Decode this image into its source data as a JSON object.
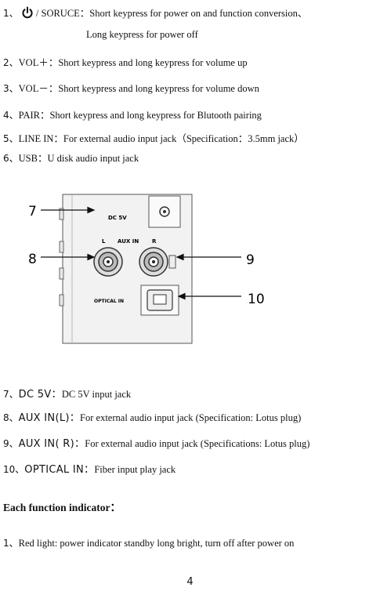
{
  "items": [
    {
      "num": "1、",
      "text": "/ SORUCE：Short keypress for power on and function conversion、",
      "cont": "Long keypress for power off"
    },
    {
      "num": "2、",
      "text": "VOL＋：Short keypress and long keypress for volume up"
    },
    {
      "num": "3、",
      "text": "VOL－：Short keypress and long keypress for volume down"
    },
    {
      "num": "4、",
      "text": "PAIR：Short keypress and long keypress for Blutooth pairing"
    },
    {
      "num": "5、",
      "text": "LINE IN：For external audio input jack（Specification：3.5mm jack）"
    },
    {
      "num": "6、",
      "text": "USB：U disk audio input jack"
    }
  ],
  "figure": {
    "panel_labels": {
      "dc": "DC 5V",
      "l": "L",
      "aux": "AUX IN",
      "r": "R",
      "optical": "OPTICAL IN"
    },
    "callouts": [
      "7",
      "8",
      "9",
      "10"
    ]
  },
  "items2": [
    {
      "num": "7、",
      "label": "DC 5V：",
      "text": "DC 5V input jack"
    },
    {
      "num": "8、",
      "label": "AUX IN(L)：",
      "text": "For external audio input jack (Specification: Lotus plug)"
    },
    {
      "num": "9、",
      "label": "AUX IN( R)：",
      "text": "For external audio input jack (Specifications: Lotus plug)"
    },
    {
      "num": "10、",
      "label": "OPTICAL IN：",
      "text": "Fiber input play jack"
    }
  ],
  "indicator_heading": "Each function indicator：",
  "indicator_item": {
    "num": "1、",
    "text": "Red light: power indicator standby long bright, turn off after power on"
  },
  "page_number": "4"
}
